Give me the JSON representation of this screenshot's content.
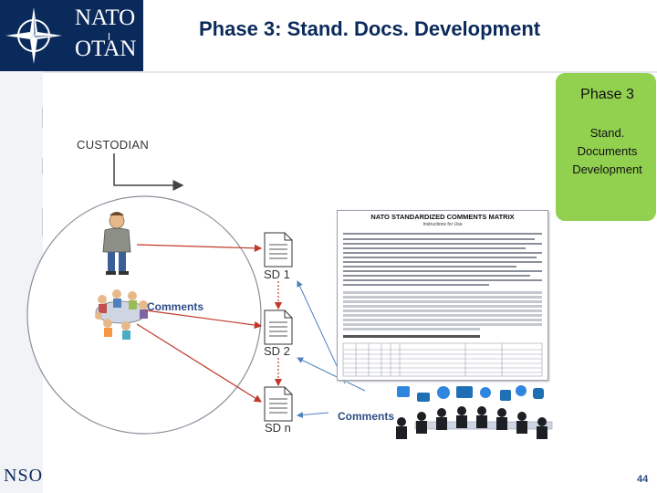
{
  "header": {
    "logo_top": "NATO",
    "logo_bottom": "OTAN",
    "title": "Phase 3: Stand. Docs. Development"
  },
  "phase_box": {
    "title": "Phase 3",
    "subtitle_lines": [
      "Stand.",
      "Documents",
      "Development"
    ],
    "color": "#92d050"
  },
  "diagram": {
    "custodian_label": "CUSTODIAN",
    "docs": [
      "SD 1",
      "SD 2",
      "SD n"
    ],
    "comments_left": "Comments",
    "comments_right": "Comments"
  },
  "matrix": {
    "title": "NATO STANDARDIZED COMMENTS MATRIX",
    "subtitle": "Instructions for Use"
  },
  "footer": {
    "logo": "NSO",
    "page_number": "44"
  },
  "colors": {
    "brand": "#0b2a5c",
    "accent": "#2f4d86",
    "arrow_red": "#c0392b",
    "arrow_blue": "#4f81bd"
  }
}
